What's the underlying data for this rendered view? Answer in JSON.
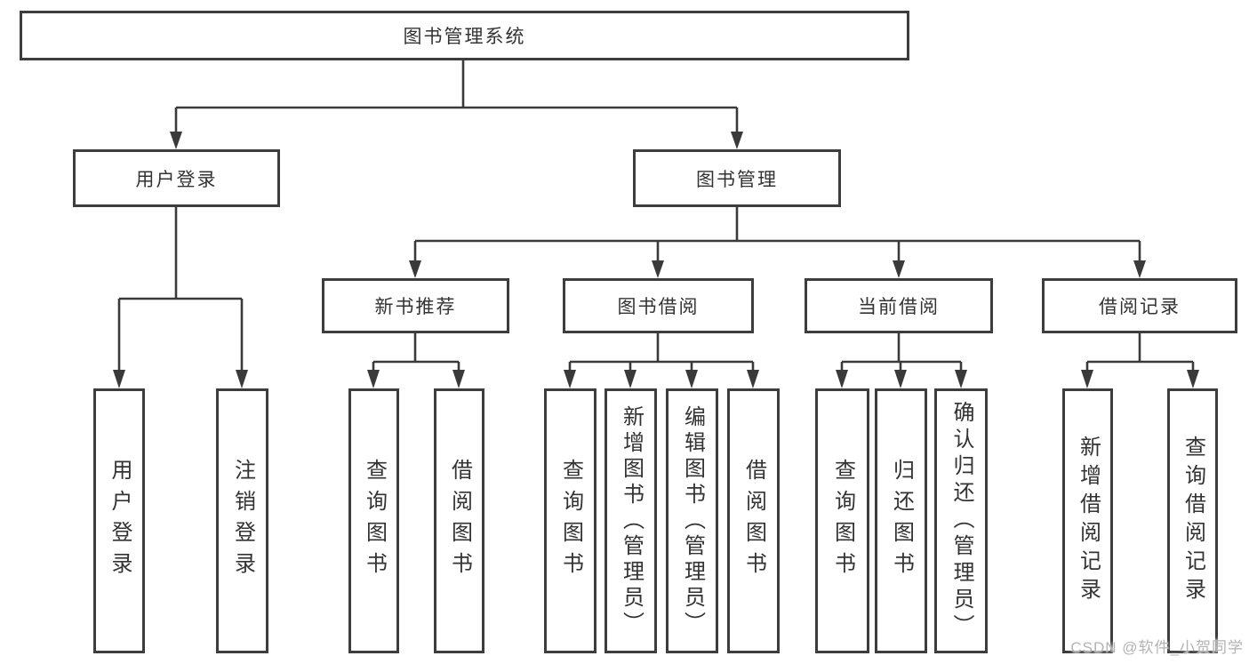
{
  "colors": {
    "border": "#3d3d3d",
    "line": "#3a3a3a",
    "text": "#333333",
    "watermark": "#b3b3b3",
    "background": "#ffffff"
  },
  "diagram": {
    "root": {
      "label": "图书管理系统"
    },
    "level2": [
      {
        "label": "用户登录"
      },
      {
        "label": "图书管理"
      }
    ],
    "level3": [
      {
        "label": "新书推荐"
      },
      {
        "label": "图书借阅"
      },
      {
        "label": "当前借阅"
      },
      {
        "label": "借阅记录"
      }
    ],
    "leaves": [
      {
        "label": "用户登录"
      },
      {
        "label": "注销登录"
      },
      {
        "label": "查询图书"
      },
      {
        "label": "借阅图书"
      },
      {
        "label": "查询图书"
      },
      {
        "label": "新增图书（管理员）"
      },
      {
        "label": "编辑图书（管理员）"
      },
      {
        "label": "借阅图书"
      },
      {
        "label": "查询图书"
      },
      {
        "label": "归还图书"
      },
      {
        "label": "确认归还（管理员）"
      },
      {
        "label": "新增借阅记录"
      },
      {
        "label": "查询借阅记录"
      }
    ]
  },
  "watermark": {
    "text": "CSDN @软件_小贺同学"
  }
}
